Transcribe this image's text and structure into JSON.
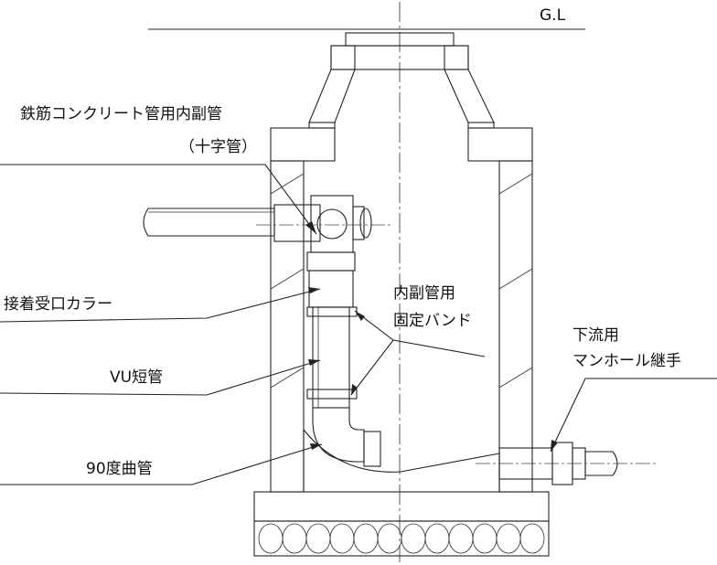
{
  "labels": {
    "ground_level": "G.L",
    "cross_pipe_line1": "鉄筋コンクリート管用内副管",
    "cross_pipe_line2": "（十字管）",
    "collar": "接着受口カラー",
    "band_line1": "内副管用",
    "band_line2": "固定バンド",
    "vu_pipe": "VU短管",
    "elbow": "90度曲管",
    "joint_line1": "下流用",
    "joint_line2": "マンホール継手"
  },
  "colors": {
    "line": "#222222",
    "concrete_fill": "#f2f2f2",
    "pipe_fill": "#d4d4d4",
    "background": "#ffffff"
  }
}
